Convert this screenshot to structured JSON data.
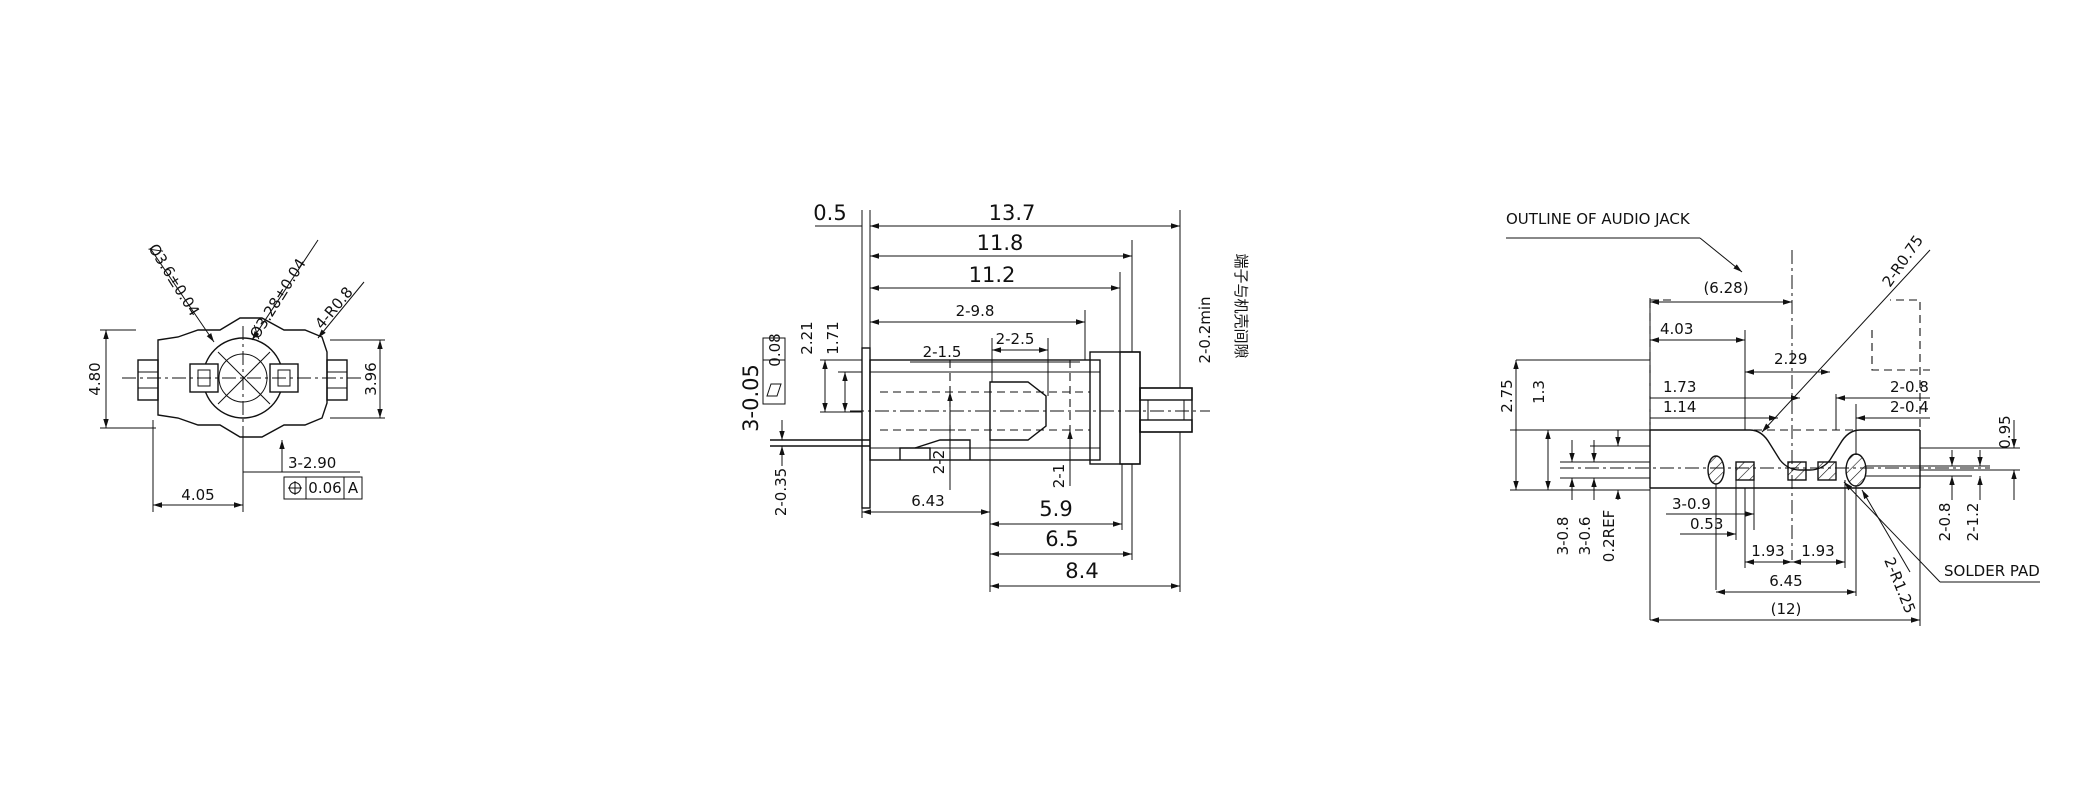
{
  "views": {
    "front": {
      "dim_height": "4.80",
      "dim_inner_height": "3.96",
      "dim_hole_large": "Ø3.6±0.04",
      "dim_hole_small": "Ø3.28±0.04",
      "dim_radius": "4-R0.8",
      "dim_offset": "4.05",
      "dim_hole_size": "3-2.90",
      "gtol_value": "0.06",
      "gtol_datum": "A"
    },
    "side": {
      "dim_137": "13.7",
      "dim_05": "0.5",
      "dim_118": "11.8",
      "dim_112": "11.2",
      "dim_298": "2-9.8",
      "dim_225": "2-2.5",
      "dim_215": "2-1.5",
      "dim_221": "2.21",
      "dim_171": "1.71",
      "dim_flat": "3-0.05",
      "gtol_flat": "0.08",
      "dim_035": "2-0.35",
      "dim_22": "2-2",
      "dim_21": "2-1",
      "dim_643": "6.43",
      "dim_59": "5.9",
      "dim_65": "6.5",
      "dim_84": "8.4",
      "dim_gap": "2-0.2min",
      "note_gap": "端子与机壳间隙"
    },
    "footprint": {
      "outline_label": "OUTLINE OF AUDIO JACK",
      "dim_628": "(6.28)",
      "dim_403": "4.03",
      "dim_229": "2.29",
      "dim_173": "1.73",
      "dim_114": "1.14",
      "dim_r075": "2-R0.75",
      "dim_208": "2-0.8",
      "dim_204": "2-0.4",
      "dim_095": "0.95",
      "dim_275": "2.75",
      "dim_13": "1.3",
      "dim_309": "3-0.9",
      "dim_053": "0.53",
      "dim_193a": "1.93",
      "dim_193b": "1.93",
      "dim_645": "6.45",
      "dim_12": "(12)",
      "dim_308": "3-0.8",
      "dim_306": "3-0.6",
      "dim_02ref": "0.2REF",
      "dim_208b": "2-0.8",
      "dim_212": "2-1.2",
      "dim_r125": "2-R1.25",
      "pad_label": "SOLDER PAD"
    }
  }
}
